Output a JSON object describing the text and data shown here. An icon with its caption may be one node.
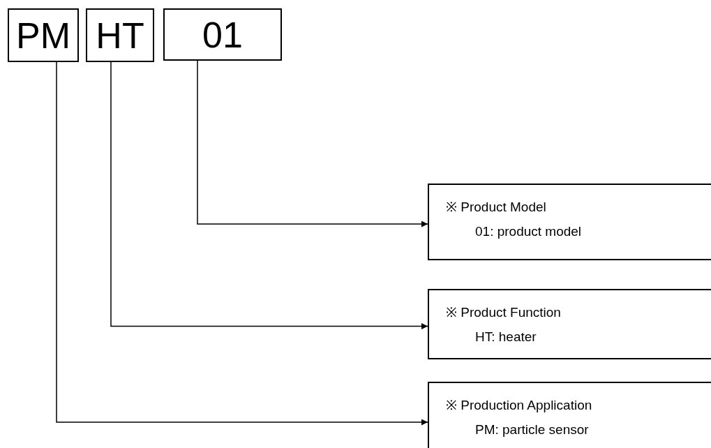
{
  "diagram": {
    "nodes": [
      {
        "text": [
          "PM"
        ]
      },
      {
        "text": [
          "HT"
        ]
      },
      {
        "text": [
          "01"
        ]
      },
      {
        "text": [
          "※ Product Model",
          "01: product model"
        ]
      },
      {
        "text": [
          "※ Product Function",
          "HT: heater"
        ]
      },
      {
        "text": [
          "※ Production Application",
          "PM: particle sensor"
        ]
      }
    ],
    "edges": [
      {
        "from": 2,
        "to": 3,
        "arrow": "to"
      },
      {
        "from": 1,
        "to": 4,
        "arrow": "to"
      },
      {
        "from": 0,
        "to": 5,
        "arrow": "to"
      }
    ]
  }
}
